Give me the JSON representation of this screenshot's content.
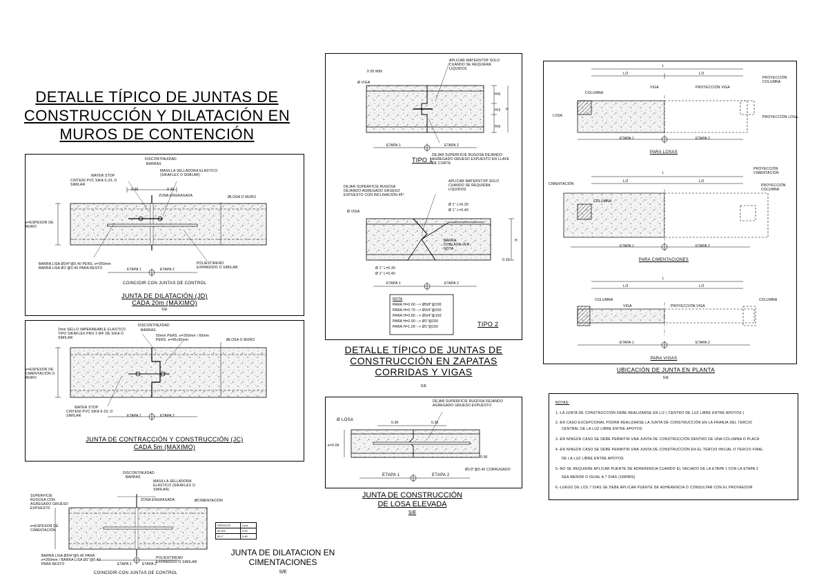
{
  "main_title": {
    "line1": "DETALLE TÍPICO DE JUNTAS DE",
    "line2": "CONSTRUCCIÓN Y DILATACIÓN EN",
    "line3": "MUROS DE CONTENCIÓN"
  },
  "muro_dilatacion": {
    "discontinuidad": "DISCONTINUIDAD",
    "barras": "BARRAS",
    "waterstop": "WATER STOP",
    "waterstop_detail": "CINTE66 PVC SIKA 6-2/L O SIMILAR",
    "masilla": "MASILLA SELLADORA ELASTICO (SIKAFLEX O SIMILAR)",
    "zona": "ZONA ENGRASADA",
    "dim_left": "0.36",
    "dim_right": "0.36",
    "losa": "ØLOSA O MURO",
    "espesor": "e=ESPESOR DE MURO",
    "barras_note1": "BARRA LISA Ø3/4\"@0.40 PERS. e=260mm",
    "barras_note2": "BARRA LISA Ø1\"@0.40 PARA RESTO",
    "poliestireno": "POLIESTIRENO EXPANDIDO O SIMILAR",
    "etapa1": "ETAPA 1",
    "etapa2": "ETAPA 2",
    "coincidir": "COINCIDIR CON JUNTAS DE CONTROL",
    "caption1": "JUNTA DE DILATACIÓN (JD)",
    "caption2": "CADA 20m (MAXIMO)",
    "se": "S/E"
  },
  "muro_contraccion": {
    "sello": "2mm SELLO IMPERMEABLE ELASTICO TIPO SIKAFLEX PRO 3 WF DE SIKA O SIMILAR",
    "discontinuidad": "DISCONTINUIDAD",
    "barras": "BARRAS",
    "dims": "50mm PERS. e=260mm / 60mm PERS. e=55x30mm",
    "losa": "ØLOSA O MURO",
    "espesor": "e=ESPESOR DE CIMENTACIÓN O MURO",
    "waterstop": "WATER STOP",
    "waterstop_detail": "CINTE66 PVC SIKA 6-2/L O SIMILAR",
    "etapa1": "ETAPA 1",
    "etapa2": "ETAPA 2",
    "caption1": "JUNTA DE CONTRACCIÓN Y CONSTRUCCIÓN (JC)",
    "caption2": "CADA 5m (MAXIMO)"
  },
  "cimentacion": {
    "discontinuidad": "DISCONTINUIDAD",
    "barras": "BARRAS",
    "masilla": "MASILLA SELLADORA ELASTICO (SIKAFLEX O SIMILAR)",
    "zona": "ZONA ENGRASADA",
    "superficie": "SUPERFICIE RUGOSA CON AGREGADO GRUESO EXPUESTO",
    "cimentacion": "ØCIMENTACIÓN",
    "espesor": "e=ESPESOR DE CIMENTACIÓN",
    "barra_lisa": "BARRA LISA Ø3/4\"@0.40 PARA e=260mm / BARRA LISA Ø1\"@0.40 PARA RESTO",
    "poliestireno": "POLIESTIRENO EXPANDIDO O SIMILAR",
    "etapa1": "ETAPA 1",
    "etapa2": "ETAPA 2",
    "coincidir": "COINCIDIR CON JUNTAS DE CONTROL",
    "table_headers": [
      "SERVICIO",
      "L(m)"
    ],
    "table_rows": [
      [
        "Ø=3/4\"",
        "0.40"
      ],
      [
        "Ø=1\"",
        "0.60"
      ]
    ],
    "title1": "JUNTA DE DILATACION EN",
    "title2": "CIMENTACIONES",
    "se": "S/E"
  },
  "zapatas": {
    "tipo1_labels": {
      "min": "0.05 MIN",
      "aplicar": "APLICAR WATERSTOP SOLO CUANDO SE REQUIERA LIQUIDOS",
      "viga": "Ø VIGA",
      "h": "H",
      "h6a": "H/6",
      "h3": "H/3",
      "h6b": "H/6",
      "dejar": "DEJAR SUPERFICIE RUGOSA DEJANDO AGREGADO GRUESO EXPUESTO EN LLAVE DE CORTE",
      "etapa1": "ETAPA 1",
      "etapa2": "ETAPA 2",
      "caption": "TIPO 1"
    },
    "tipo2_labels": {
      "dejar": "DEJAR SUPERFICIE RUGOSA DEJANDO AGREGADO GRUESO EXPUESTO CON INCLINACIÓN 45°",
      "aplicar": "APLICAR WATERSTOP SOLO CUANDO SE REQUIERA LIQUIDOS",
      "viga": "Ø VIGA",
      "d1": "Ø 1\"  L=0.30",
      "d2": "Ø 1\"  L=0.40",
      "barra": "BARRA DOBLADA VER NOTA",
      "d3": "Ø 1\"  L=0.30",
      "d4": "Ø 1\"  L=0.40",
      "h": "H",
      "d10": "0.10",
      "etapa1": "ETAPA 1",
      "etapa2": "ETAPA 2",
      "caption": "TIPO 2"
    },
    "nota_title": "NOTA",
    "nota_lines": [
      "PARA H=0.60 --> Ø5/8\"@200",
      "PARA H=0.70 --> Ø3/4\"@200",
      "PARA H=0.80 --> Ø3/4\"@150",
      "PARA H=0.90 --> Ø1\"@200",
      "PARA H=1.00 --> Ø1\"@150"
    ],
    "title1": "DETALLE TÍPICO DE JUNTAS DE",
    "title2": "CONSTRUCCIÓN EN ZAPATAS",
    "title3": "CORRIDAS Y VIGAS",
    "se": "S/E"
  },
  "losa_elevada": {
    "dejar": "DEJAR SUPERFICIE RUGOSA DEJANDO AGREGADO GRUESO EXPUESTO",
    "losa": "Ø LOSA",
    "dim1": "0.36",
    "dim2": "0.36",
    "espesor": "e=0.06",
    "d": "0.06",
    "barra": "Ø1/2\"@0.40 CORRUGADO",
    "etapa1": "ETAPA 1",
    "etapa2": "ETAPA 2",
    "title1": "JUNTA DE CONSTRUCCIÓN",
    "title2": "DE LOSA ELEVADA",
    "se": "S/E"
  },
  "planta": {
    "L": "L",
    "L2a": "L/2",
    "L2b": "L/2",
    "losas": {
      "columna": "COLUMNA",
      "viga": "VIGA",
      "proyeccion_viga": "PROYECCIÓN VIGA",
      "proyeccion_columna": "PROYECCIÓN COLUMNA",
      "losa": "LOSA",
      "proyeccion_losa": "PROYECCIÓN LOSA",
      "etapa1": "ETAPA 1",
      "etapa2": "ETAPA 2",
      "caption": "PARA LOSAS"
    },
    "cimentaciones": {
      "cimentacion": "CIMENTACIÓN",
      "columna": "COLUMNA",
      "proyeccion_cim": "PROYECCIÓN CIMENTACIÓN",
      "proyeccion_col": "PROYECCIÓN COLUMNA",
      "etapa1": "ETAPA 1",
      "etapa2": "ETAPA 2",
      "caption": "PARA CIMENTACIONES"
    },
    "vigas": {
      "columna": "COLUMNA",
      "viga": "VIGA",
      "proyeccion_viga": "PROYECCIÓN VIGA",
      "columna2": "COLUMNA",
      "etapa1": "ETAPA 1",
      "etapa2": "ETAPA 2",
      "caption": "PARA VIGAS"
    },
    "title": "UBICACIÓN DE JUNTA EN PLANTA",
    "se": "S/E"
  },
  "notas": {
    "title": "NOTAS:",
    "lines": [
      "1.-LA JUNTA DE CONSTRUCCIÓN DEBE REALIZARSE EN L/2 ( CENTRO DE LUZ LIBRE ENTRE APOYOS )",
      "2.-EN CASO EXCEPCIONAL PODRÁ REALIZARSE LA JUNTA DE CONSTRUCCIÓN EN LA FRANJA DEL TERCIO",
      "CENTRAL DE LA LUZ LIBRE ENTRE APOYOS",
      "3.-EN NINGÚN CASO SE DEBE PERMITIR UNA JUNTA DE CONSTRUCCIÓN DENTRO DE UNA COLUMNA O PLACA",
      "4.-EN NINGÚN CASO SE DEBE PERMITIR UNA JUNTA DE CONSTRUCCIÓN  EN EL TERCIO INICIAL O TERCIO FINAL",
      "DE LA LUZ LIBRE ENTRE APOYOS",
      "5.-NO SE REQUIERE APLICAR PUENTE DE ADHERENCIA CUANDO EL VACIADO DE LA ETAPA 1 CON LA ETAPA 2",
      "SEA MENOR O IGUAL A 7 DIAS (168HRS)",
      "6.-LUEGO DE LOS 7 DIAS SE DEBE APLICAR PUENTE DE ADHERENCIA O CONSULTAR CON EL PROVEEDOR"
    ]
  }
}
